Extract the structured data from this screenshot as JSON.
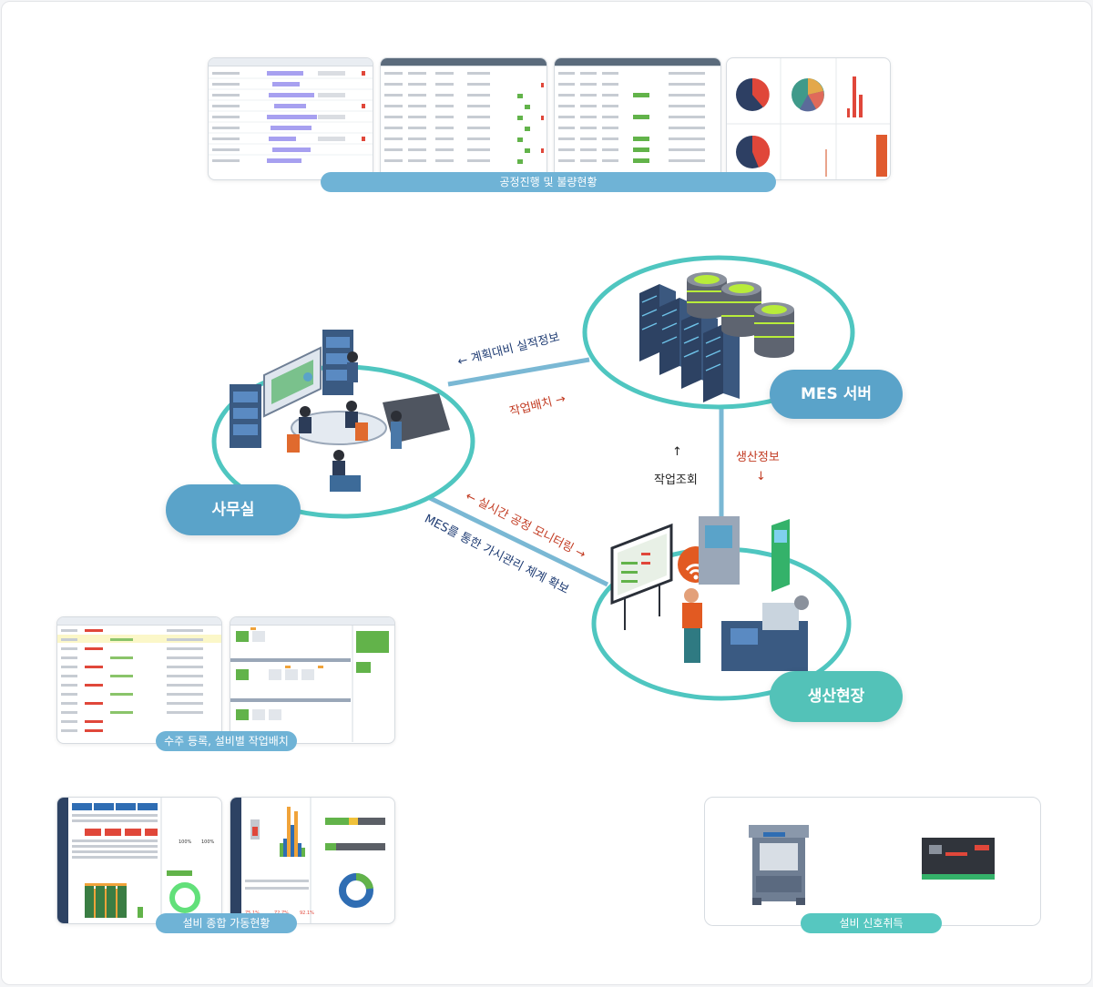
{
  "captions": {
    "process_status": "공정진행 및 불량현황",
    "order_dispatch": "수주 등록, 설비별 작업배치",
    "equipment_overview": "설비 종합 가동현황",
    "signal_acquisition": "설비 신호취득"
  },
  "nodes": {
    "office": "사무실",
    "mes_server": "MES 서버",
    "production_site": "생산현장"
  },
  "flows": {
    "plan_vs_actual": "← 계획대비 실적정보",
    "work_dispatch": "작업배치 →",
    "work_query_arrow": "↑",
    "work_query": "작업조회",
    "production_info": "생산정보",
    "production_info_arrow": "↓",
    "realtime_monitoring": "← 실시간 공정 모니터링 →",
    "visual_management": "MES를 통한 가시관리 체계 확보"
  },
  "screenshot_values": {
    "gauge_values": [
      "100%",
      "100%"
    ],
    "bottom_stats": [
      "75.1%",
      "72.7%",
      "92.1%"
    ]
  },
  "colors": {
    "circle_stroke": "#4fc6c0",
    "link_stroke": "#7ab8d4",
    "node_blue": "#5aa3c9",
    "node_teal": "#53c2b8",
    "caption_blue": "#6fb3d6",
    "caption_teal": "#56c7c0",
    "text_navy": "#1f3c73",
    "text_red": "#c23b22"
  }
}
